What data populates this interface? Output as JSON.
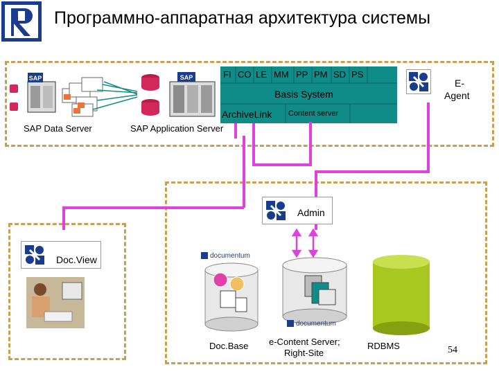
{
  "title": "Программно-аппаратная архитектура системы",
  "sap": {
    "modules": [
      "FI",
      "CO",
      "LE",
      "MM",
      "PP",
      "PM",
      "SD",
      "PS"
    ],
    "basis": "Basis System",
    "archivelink": "ArchiveLink",
    "content_server": "Content server",
    "data_server_label": "SAP Data Server",
    "app_server_label": "SAP Application Server",
    "sap_badge": "SAP"
  },
  "eagent": {
    "label_line1": "E-",
    "label_line2": "Agent"
  },
  "admin": {
    "label": "Admin"
  },
  "docview": {
    "label": "Doc.View"
  },
  "docbase": {
    "label": "Doc.Base",
    "brand": "documentum"
  },
  "econtent": {
    "label_line1": "e-Content Server;",
    "label_line2": "Right-Site",
    "brand": "documentum"
  },
  "rdbms": {
    "label": "RDBMS"
  },
  "page_number": "54",
  "colors": {
    "teal": "#108c88",
    "magenta": "#e040e0",
    "dash": "#c8a050",
    "green": "#a8c820",
    "navy": "#1a3c8c"
  }
}
